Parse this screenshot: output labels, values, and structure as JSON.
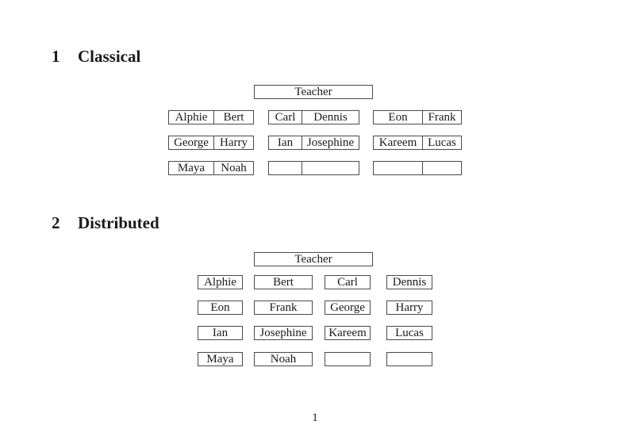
{
  "document": {
    "page_number": "1"
  },
  "sections": [
    {
      "number": "1",
      "title": "Classical",
      "teacher_label": "Teacher",
      "desks": [
        [
          [
            "Alphie",
            "Bert"
          ],
          [
            "Carl",
            "Dennis"
          ],
          [
            "Eon",
            "Frank"
          ]
        ],
        [
          [
            "George",
            "Harry"
          ],
          [
            "Ian",
            "Josephine"
          ],
          [
            "Kareem",
            "Lucas"
          ]
        ],
        [
          [
            "Maya",
            "Noah"
          ],
          [
            "",
            ""
          ],
          [
            "",
            ""
          ]
        ]
      ]
    },
    {
      "number": "2",
      "title": "Distributed",
      "teacher_label": "Teacher",
      "desks": [
        [
          "Alphie",
          "Bert",
          "Carl",
          "Dennis"
        ],
        [
          "Eon",
          "Frank",
          "George",
          "Harry"
        ],
        [
          "Ian",
          "Josephine",
          "Kareem",
          "Lucas"
        ],
        [
          "Maya",
          "Noah",
          "",
          ""
        ]
      ]
    }
  ],
  "colors": {
    "box_border": "#4a4a4a",
    "text": "#1a1a1a",
    "background": "#ffffff"
  }
}
